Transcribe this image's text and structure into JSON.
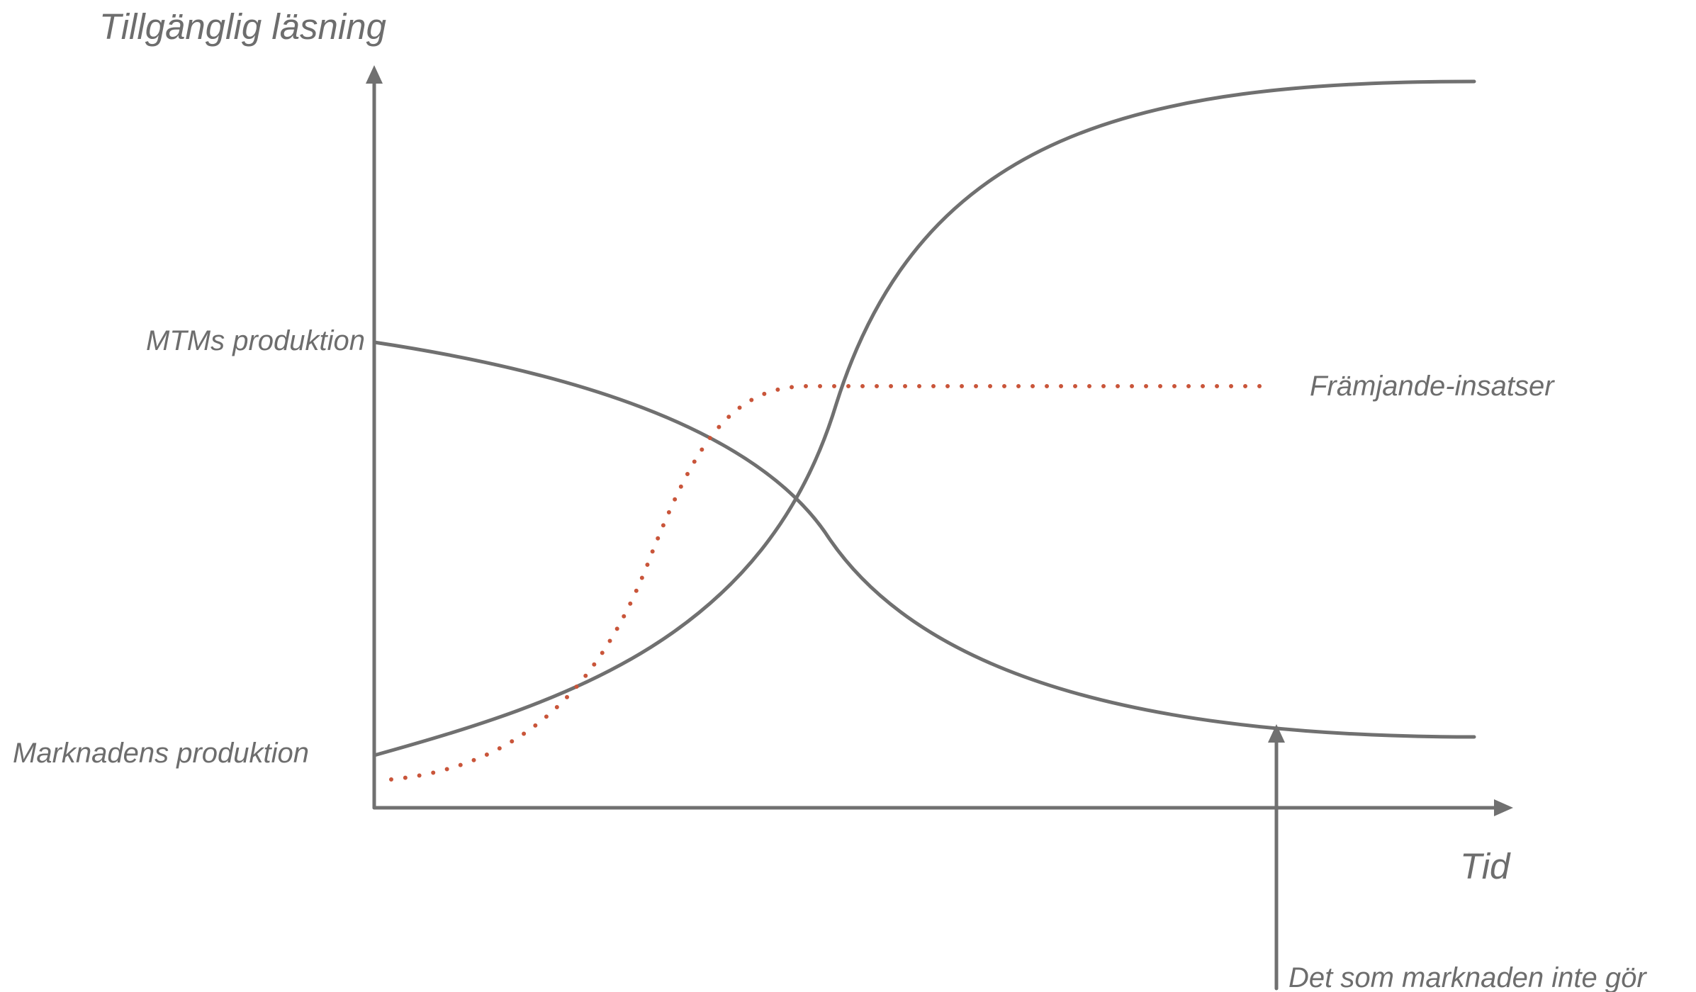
{
  "labels": {
    "y_axis": "Tillgänglig läsning",
    "x_axis": "Tid",
    "mtm": "MTMs produktion",
    "market": "Marknadens produktion",
    "promotion": "Främjande-insatser",
    "gap": "Det som marknaden inte gör"
  },
  "colors": {
    "lines": "#707070",
    "text": "#6d6d6d",
    "promotion_dots": "#c9553a"
  }
}
